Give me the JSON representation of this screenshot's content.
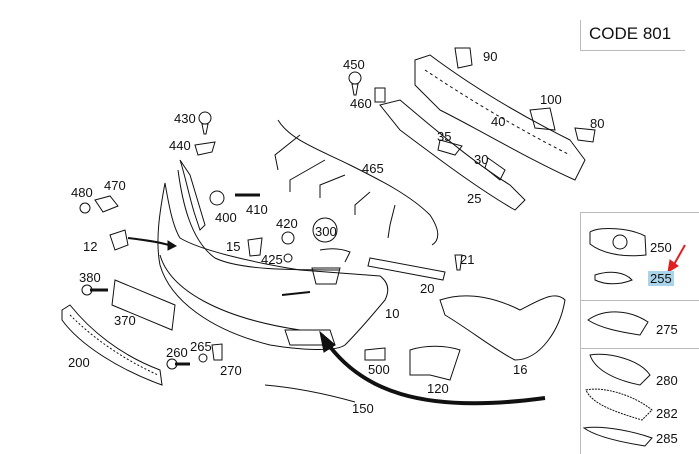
{
  "code_label": "CODE 801",
  "part_numbers": [
    "10",
    "12",
    "15",
    "16",
    "20",
    "21",
    "25",
    "30",
    "35",
    "40",
    "80",
    "90",
    "100",
    "120",
    "150",
    "200",
    "250",
    "255",
    "260",
    "265",
    "270",
    "275",
    "280",
    "282",
    "285",
    "300",
    "370",
    "380",
    "400",
    "410",
    "420",
    "425",
    "430",
    "440",
    "450",
    "460",
    "465",
    "470",
    "480",
    "500"
  ],
  "highlighted_part": "255",
  "colors": {
    "line": "#111111",
    "panel_border": "#bbbbbb",
    "highlight": "#a9d4ea",
    "pointer_arrow": "#e02020"
  }
}
